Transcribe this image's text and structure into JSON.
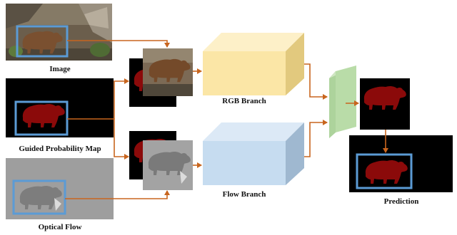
{
  "labels": {
    "image": "Image",
    "guided_probability_map": "Guided Probability Map",
    "optical_flow": "Optical Flow",
    "rgb_branch": "RGB Branch",
    "flow_branch": "Flow Branch",
    "prediction": "Prediction"
  },
  "colors": {
    "arrow": "#c8651e",
    "bbox": "#5b9bd5",
    "mask": "#8b0a0a",
    "rgb_block_front": "#fbe6a6",
    "rgb_block_top": "#fdf0c8",
    "rgb_block_side": "#e2c97e",
    "flow_block_front": "#c6dcf0",
    "flow_block_top": "#dce9f6",
    "flow_block_side": "#9fb8d0",
    "fusion_front": "#b9dca8",
    "fusion_side": "#9cc58a",
    "flow_background": "#9e9e9e"
  },
  "icons": [
    "bear-photo",
    "bear-mask",
    "bear-flow-map"
  ]
}
